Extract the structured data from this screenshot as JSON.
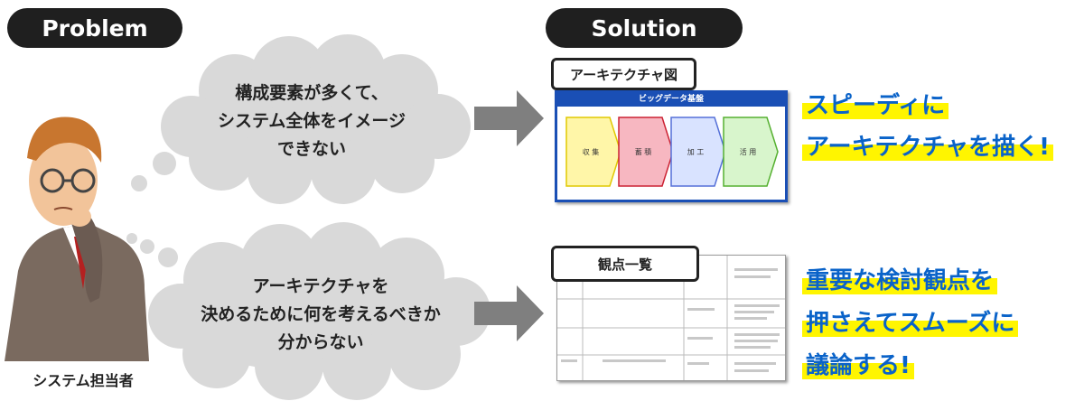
{
  "problem_label": "Problem",
  "solution_label": "Solution",
  "person_caption": "システム担当者",
  "problem1_lines": [
    "構成要素が多くて、",
    "システム全体をイメージ",
    "できない"
  ],
  "problem2_lines": [
    "アーキテクチャを",
    "決めるために何を考えるべきか",
    "分からない"
  ],
  "solution1": {
    "tag": "アーキテクチャ図",
    "diagram_title": "ビッグデータ基盤",
    "stages": [
      {
        "label": "収 集",
        "color": "#fff6a8",
        "border": "#e0c800"
      },
      {
        "label": "蓄 積",
        "color": "#f7b7c1",
        "border": "#cc2233"
      },
      {
        "label": "加 工",
        "color": "#d9e3ff",
        "border": "#5570d8"
      },
      {
        "label": "活 用",
        "color": "#d8f5cc",
        "border": "#55b030"
      }
    ],
    "headline": [
      "スピーディに",
      "アーキテクチャを描く!"
    ]
  },
  "solution2": {
    "tag": "観点一覧",
    "headline": [
      "重要な検討観点を",
      "押さえてスムーズに",
      "議論する!"
    ]
  },
  "colors": {
    "pill_bg": "#1f1f1f",
    "arrow": "#7f7f7f",
    "cloud": "#d9d9d9",
    "headline_text": "#0a63c9",
    "highlight": "#fff500",
    "diagram_blue": "#1a4fb5"
  }
}
